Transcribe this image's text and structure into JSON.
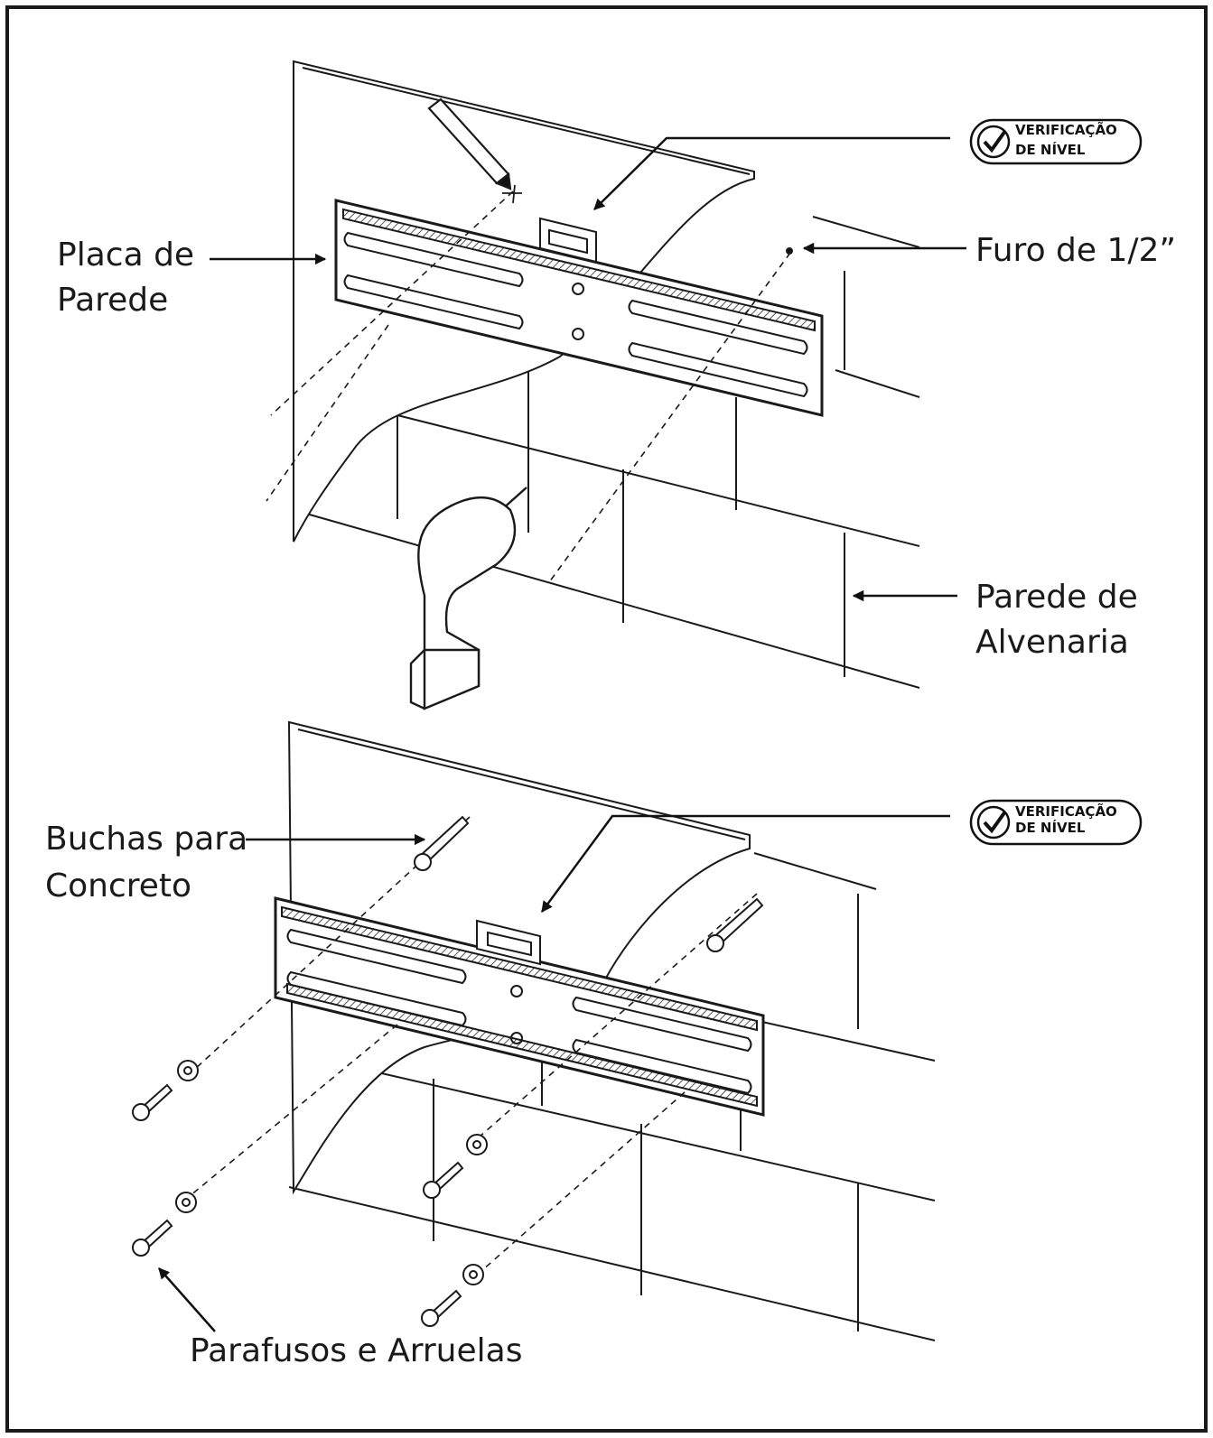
{
  "labels": {
    "placa_line1": "Placa de",
    "placa_line2": "Parede",
    "furo": "Furo de 1/2”",
    "parede_line1": "Parede de",
    "parede_line2": "Alvenaria",
    "buchas_line1": "Buchas para",
    "buchas_line2": "Concreto",
    "parafusos": "Parafusos e Arruelas"
  },
  "badges": {
    "top": {
      "line1": "VERIFICAÇÃO",
      "line2": "DE NÍVEL"
    },
    "bottom": {
      "line1": "VERIFICAÇÃO",
      "line2": "DE NÍVEL"
    }
  },
  "icons": {
    "badge": "checkmark-circle-icon",
    "tool_top": "pencil-icon",
    "tool_mid": "drill-icon"
  },
  "colors": {
    "line": "#1a1a1a",
    "paper": "#ffffff",
    "hatch": "#555555"
  }
}
